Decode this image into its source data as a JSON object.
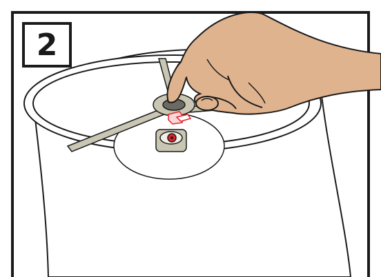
{
  "step": {
    "number": "2"
  },
  "colors": {
    "outline": "#1a1a1a",
    "skin": "#e0b38f",
    "spider": "#c9c6b3",
    "clip_accent": "#e8202a",
    "background": "#ffffff"
  },
  "icons": [
    "hand",
    "lamp-shade",
    "harp-spider",
    "finial-socket",
    "lamp-socket"
  ]
}
